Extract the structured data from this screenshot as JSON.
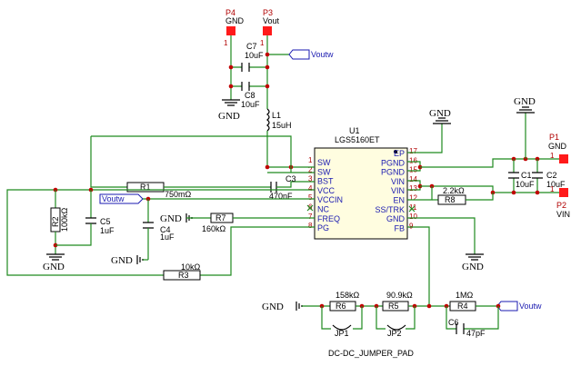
{
  "ic": {
    "ref": "U1",
    "part": "LGS5160ET",
    "left_pins": [
      {
        "num": "1",
        "name": "SW"
      },
      {
        "num": "2",
        "name": "SW"
      },
      {
        "num": "3",
        "name": "BST"
      },
      {
        "num": "4",
        "name": "VCC"
      },
      {
        "num": "5",
        "name": "VCCIN"
      },
      {
        "num": "6",
        "name": "NC"
      },
      {
        "num": "7",
        "name": "FREQ"
      },
      {
        "num": "8",
        "name": "PG"
      }
    ],
    "right_pins": [
      {
        "num": "17",
        "name": "EP"
      },
      {
        "num": "16",
        "name": "PGND"
      },
      {
        "num": "15",
        "name": "PGND"
      },
      {
        "num": "14",
        "name": "VIN"
      },
      {
        "num": "13",
        "name": "VIN"
      },
      {
        "num": "12",
        "name": "EN"
      },
      {
        "num": "11",
        "name": "SS/TRK"
      },
      {
        "num": "10",
        "name": "GND"
      },
      {
        "num": "9",
        "name": "FB"
      }
    ]
  },
  "connectors": {
    "p4": {
      "ref": "P4",
      "name": "GND",
      "pin": "1"
    },
    "p3": {
      "ref": "P3",
      "name": "Vout",
      "pin": "1"
    },
    "p1": {
      "ref": "P1",
      "name": "GND",
      "pin": "1"
    },
    "p2": {
      "ref": "P2",
      "name": "VIN",
      "pin": "1"
    }
  },
  "components": {
    "c7": {
      "ref": "C7",
      "value": "10uF"
    },
    "c8": {
      "ref": "C8",
      "value": "10uF"
    },
    "l1": {
      "ref": "L1",
      "value": "15uH"
    },
    "c3": {
      "ref": "C3",
      "value": "470nF"
    },
    "r1": {
      "ref": "R1",
      "value": "750mΩ"
    },
    "r2": {
      "ref": "R2",
      "value": "100kΩ"
    },
    "c5": {
      "ref": "C5",
      "value": "1uF"
    },
    "c4": {
      "ref": "C4",
      "value": "1uF"
    },
    "r7": {
      "ref": "R7",
      "value": "160kΩ"
    },
    "r3": {
      "ref": "R3",
      "value": "10kΩ"
    },
    "r8": {
      "ref": "R8",
      "value": "2.2kΩ"
    },
    "c1": {
      "ref": "C1",
      "value": "10uF"
    },
    "c2": {
      "ref": "C2",
      "value": "10uF"
    },
    "r6": {
      "ref": "R6",
      "value": "158kΩ"
    },
    "r5": {
      "ref": "R5",
      "value": "90.9kΩ"
    },
    "r4": {
      "ref": "R4",
      "value": "1MΩ"
    },
    "c6": {
      "ref": "C6",
      "value": "47pF"
    },
    "jp1": {
      "ref": "JP1"
    },
    "jp2": {
      "ref": "JP2"
    },
    "jumper_label": "DC-DC_JUMPER_PAD"
  },
  "nets": {
    "gnd": "GND",
    "voutw": "Voutw"
  }
}
